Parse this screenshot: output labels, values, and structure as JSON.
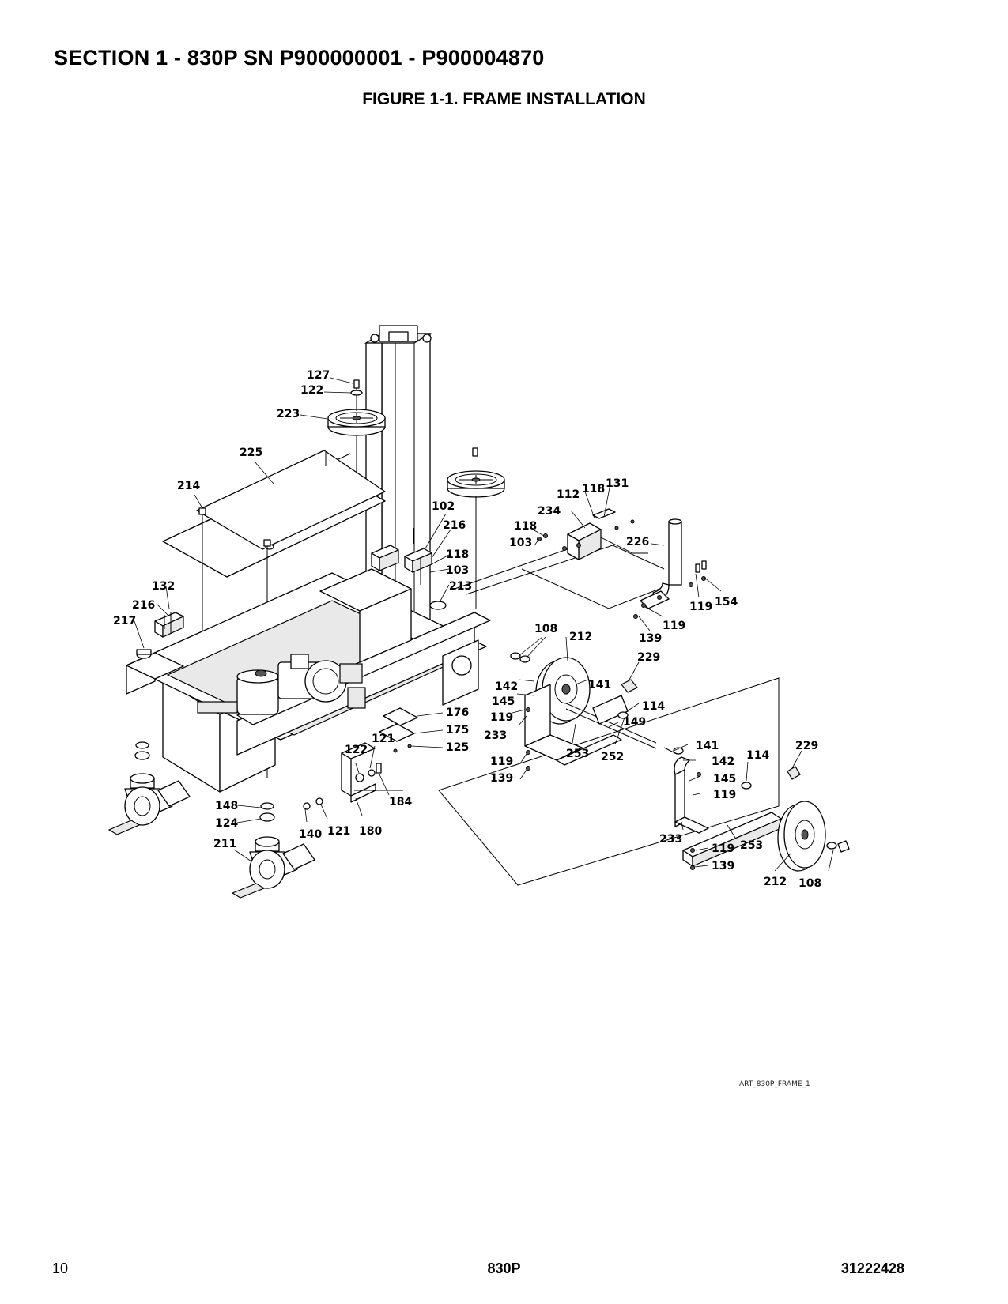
{
  "header": {
    "section_title": "SECTION 1 - 830P SN P900000001 - P900004870",
    "figure_title": "FIGURE 1-1. FRAME INSTALLATION"
  },
  "figure": {
    "art_code": "ART_830P_FRAME_1",
    "callouts": {
      "c127": "127",
      "c122a": "122",
      "c223": "223",
      "c225": "225",
      "c214": "214",
      "c102": "102",
      "c216a": "216",
      "c118a": "118",
      "c103a": "103",
      "c213": "213",
      "c132": "132",
      "c216b": "216",
      "c217": "217",
      "c112": "112",
      "c118b": "118",
      "c131": "131",
      "c234": "234",
      "c118c": "118",
      "c103b": "103",
      "c226": "226",
      "c119a": "119",
      "c154": "154",
      "c139a": "139",
      "c119b": "119",
      "c108a": "108",
      "c212a": "212",
      "c229a": "229",
      "c142a": "142",
      "c141a": "141",
      "c145a": "145",
      "c114a": "114",
      "c119c": "119",
      "c149": "149",
      "c233a": "233",
      "c253a": "253",
      "c252": "252",
      "c119d": "119",
      "c139b": "139",
      "c176": "176",
      "c175": "175",
      "c125": "125",
      "c121a": "121",
      "c122b": "122",
      "c184": "184",
      "c140": "140",
      "c121b": "121",
      "c180": "180",
      "c148": "148",
      "c124": "124",
      "c211": "211",
      "c141b": "141",
      "c142b": "142",
      "c114b": "114",
      "c229b": "229",
      "c145b": "145",
      "c119e": "119",
      "c233b": "233",
      "c119f": "119",
      "c253b": "253",
      "c139c": "139",
      "c212b": "212",
      "c108b": "108"
    }
  },
  "footer": {
    "page_number": "10",
    "model": "830P",
    "doc_number": "31222428"
  }
}
